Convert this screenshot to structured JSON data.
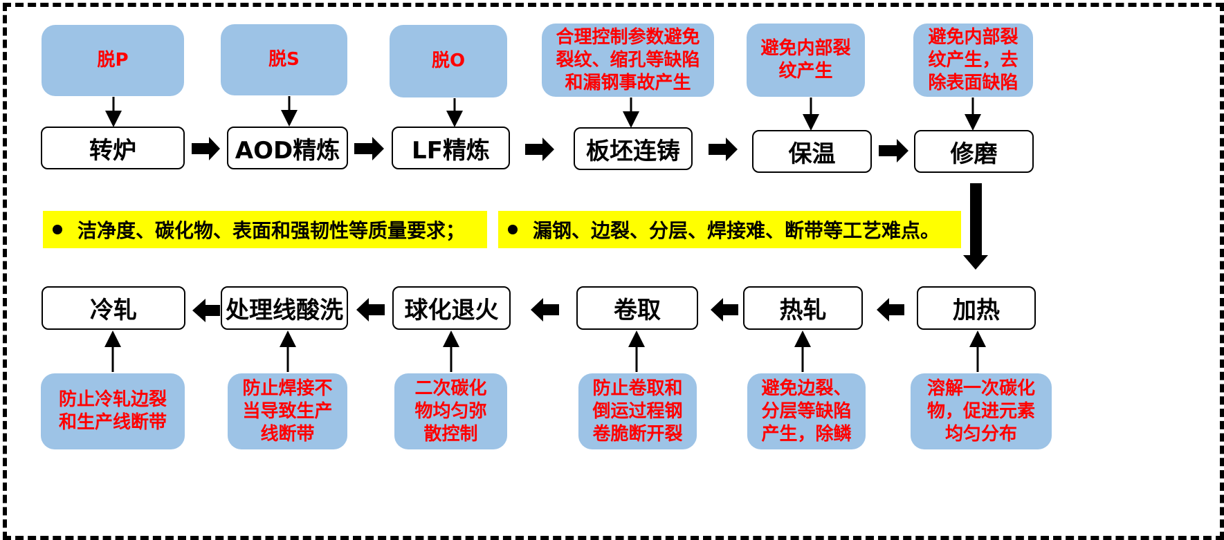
{
  "top_row": [
    {
      "stage": "转炉",
      "note": "脱P"
    },
    {
      "stage": "AOD精炼",
      "note": "脱S"
    },
    {
      "stage": "LF精炼",
      "note": "脱O"
    },
    {
      "stage": "板坯连铸",
      "note": "合理控制参数避免\n裂纹、缩孔等缺陷\n和漏钢事故产生"
    },
    {
      "stage": "保温",
      "note": "避免内部裂\n纹产生"
    },
    {
      "stage": "修磨",
      "note": "避免内部裂\n纹产生，去\n除表面缺陷"
    }
  ],
  "bottom_row": [
    {
      "stage": "冷轧",
      "note": "防止冷轧边裂\n和生产线断带"
    },
    {
      "stage": "处理线酸洗",
      "note": "防止焊接不\n当导致生产\n线断带"
    },
    {
      "stage": "球化退火",
      "note": "二次碳化\n物均匀弥\n散控制"
    },
    {
      "stage": "卷取",
      "note": "防止卷取和\n倒运过程钢\n卷脆断开裂"
    },
    {
      "stage": "热轧",
      "note": "避免边裂、\n分层等缺陷\n产生，除鳞"
    },
    {
      "stage": "加热",
      "note": "溶解一次碳化\n物，促进元素\n均匀分布"
    }
  ],
  "banners": [
    "洁净度、碳化物、表面和强韧性等质量要求；",
    "漏钢、边裂、分层、焊接难、断带等工艺难点。"
  ],
  "colors": {
    "note_bg": "#9dc3e6",
    "note_text": "#ff0000",
    "banner_bg": "#ffff00"
  }
}
